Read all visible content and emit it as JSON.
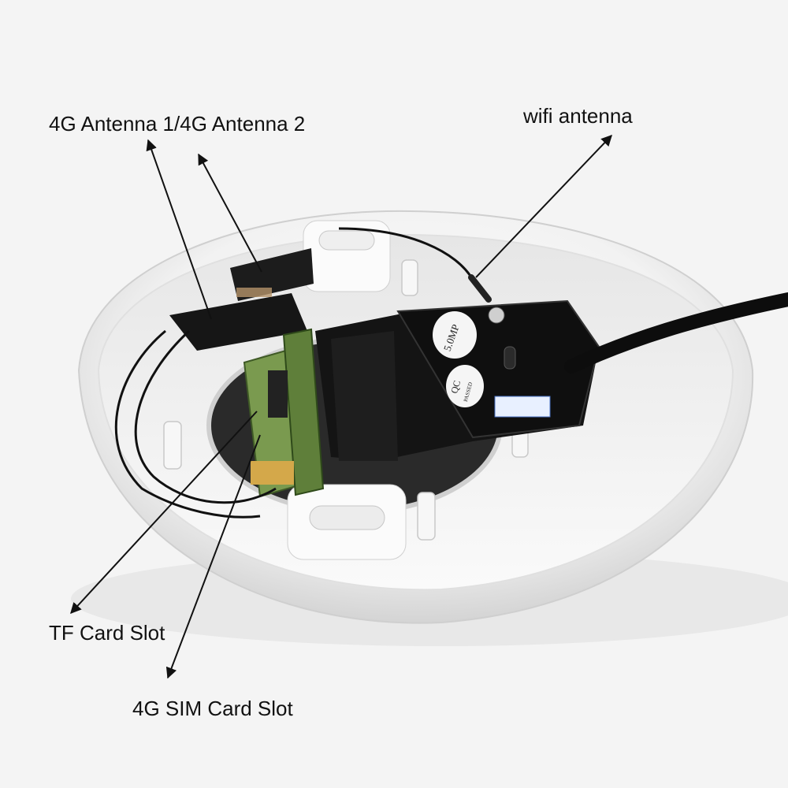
{
  "labels": {
    "antenna_4g": "4G Antenna 1/4G Antenna 2",
    "wifi_antenna": "wifi antenna",
    "tf_card_slot": "TF Card Slot",
    "sim_card_slot": "4G SIM Card Slot"
  },
  "stickers": {
    "lens_rating": "5.0MP",
    "qc_top": "QC",
    "qc_bottom": "PASSED"
  },
  "colors": {
    "background": "#f4f4f4",
    "housing": "#ffffff",
    "housing_shadow": "#d9d9d9",
    "bracket": "#1a1a1a",
    "pcb": "#6b8f45",
    "cable": "#0d0d0d",
    "label_text": "#111111"
  }
}
